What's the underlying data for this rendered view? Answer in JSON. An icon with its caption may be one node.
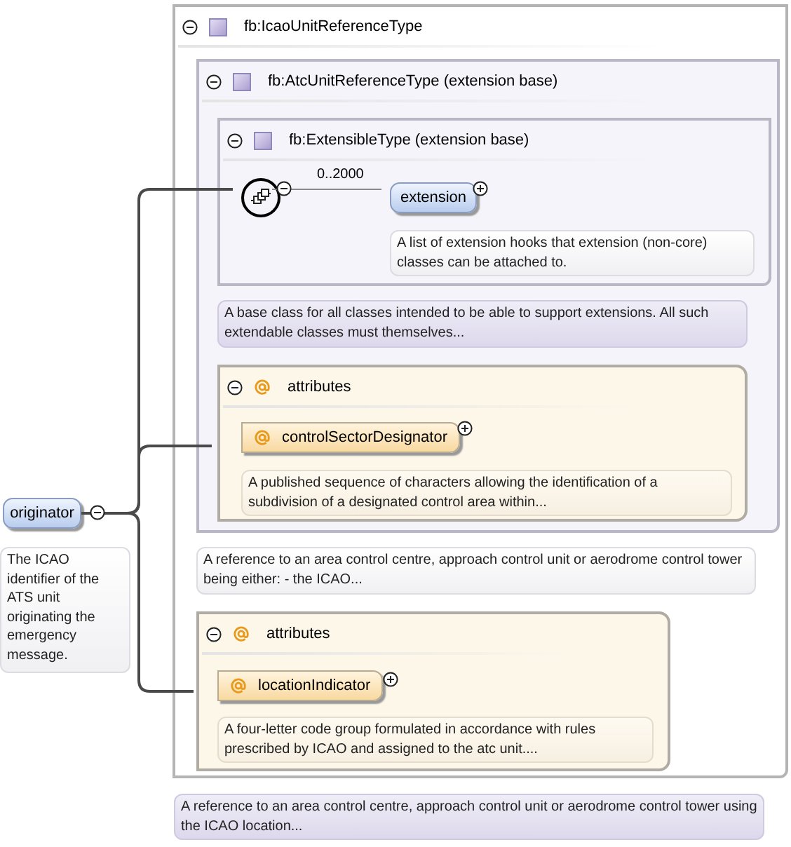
{
  "diagram": {
    "nodes": [
      {
        "text": [
          "originator"
        ]
      },
      {
        "text": [
          "The ICAO identifier of the ATS unit originating the emergency message."
        ]
      },
      {
        "text": [
          "fb:IcaoUnitReferenceType"
        ]
      },
      {
        "text": [
          "fb:AtcUnitReferenceType (extension base)"
        ],
        "in": 2
      },
      {
        "text": [
          "fb:ExtensibleType (extension base)"
        ],
        "in": 3
      },
      {
        "text": [],
        "shape": "circle",
        "in": 4
      },
      {
        "text": [
          "extension"
        ],
        "in": 4
      },
      {
        "text": [
          "A list of extension hooks that extension (non-core) classes can be attached to."
        ],
        "in": 4
      },
      {
        "text": [
          "A base class for all classes intended to be able to support extensions. All such extendable classes must themselves..."
        ],
        "in": 3
      },
      {
        "text": [
          "attributes"
        ],
        "in": 3
      },
      {
        "text": [
          "controlSectorDesignator"
        ],
        "in": 9
      },
      {
        "text": [
          "A published sequence of characters allowing the identification of a subdivision of a designated control area within..."
        ],
        "in": 9
      },
      {
        "text": [
          "A reference to an area control centre, approach control unit or aerodrome control tower being either: - the ICAO..."
        ],
        "in": 2
      },
      {
        "text": [
          "attributes"
        ],
        "in": 2
      },
      {
        "text": [
          "locationIndicator"
        ],
        "in": 13
      },
      {
        "text": [
          "A four-letter code group formulated in accordance with rules prescribed by ICAO and assigned to the atc unit...."
        ],
        "in": 13
      },
      {
        "text": [
          "A reference to an area control centre, approach control unit or aerodrome control tower using the ICAO location..."
        ]
      }
    ],
    "edges": [
      {
        "from": 0,
        "to": 5,
        "arrow": "none"
      },
      {
        "from": 0,
        "to": 9,
        "arrow": "none"
      },
      {
        "from": 0,
        "to": 13,
        "arrow": "none"
      },
      {
        "from": 5,
        "to": 6,
        "arrow": "none",
        "label": "0..2000"
      }
    ]
  }
}
